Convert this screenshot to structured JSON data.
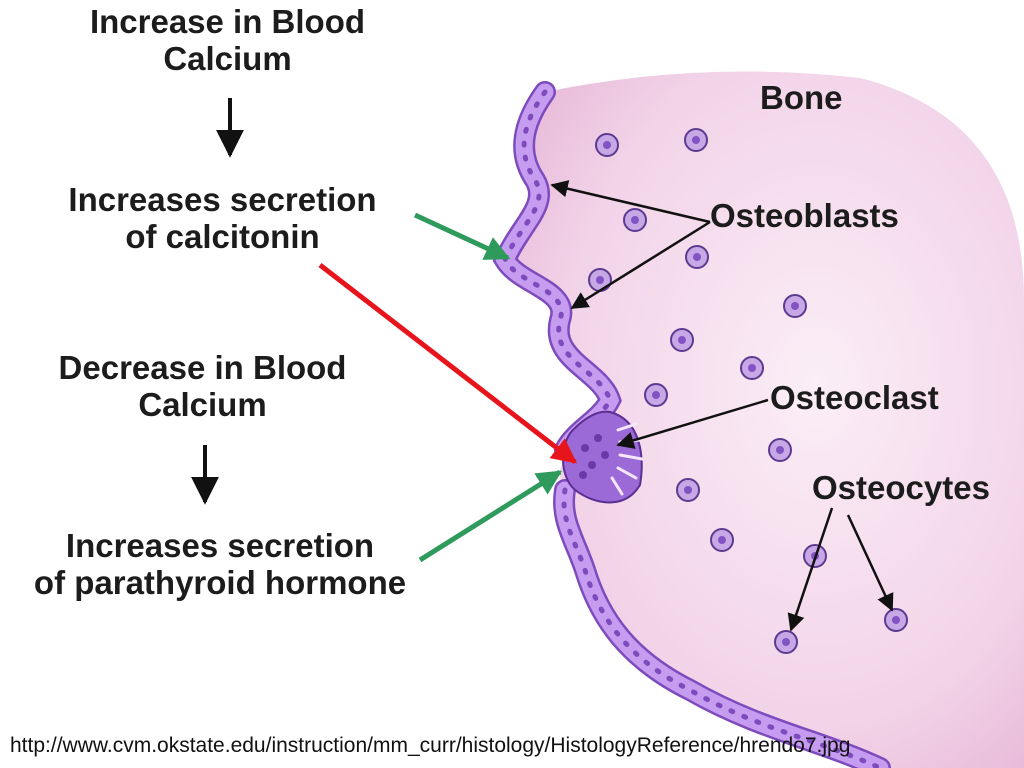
{
  "labels": {
    "increase_blood_calcium": [
      "Increase in Blood",
      "Calcium"
    ],
    "increases_calcitonin": [
      "Increases secretion",
      "of calcitonin"
    ],
    "decrease_blood_calcium": [
      "Decrease in Blood",
      "Calcium"
    ],
    "increases_pth": [
      "Increases secretion",
      "of parathyroid hormone"
    ],
    "bone": "Bone",
    "osteoblasts": "Osteoblasts",
    "osteoclast": "Osteoclast",
    "osteocytes": "Osteocytes"
  },
  "source_url": "http://www.cvm.okstate.edu/instruction/mm_curr/histology/HistologyReference/hrendo7.jpg",
  "colors": {
    "bone_fill": "#f1cfe6",
    "cell_layer": "#b98ee6",
    "cell_nucleus": "#7e4bbd",
    "green_arrow": "#2e9a5c",
    "red_arrow": "#e8141b",
    "black_arrow": "#111111"
  },
  "icons": [
    "down-arrow-icon",
    "green-arrow-icon",
    "red-arrow-icon"
  ]
}
